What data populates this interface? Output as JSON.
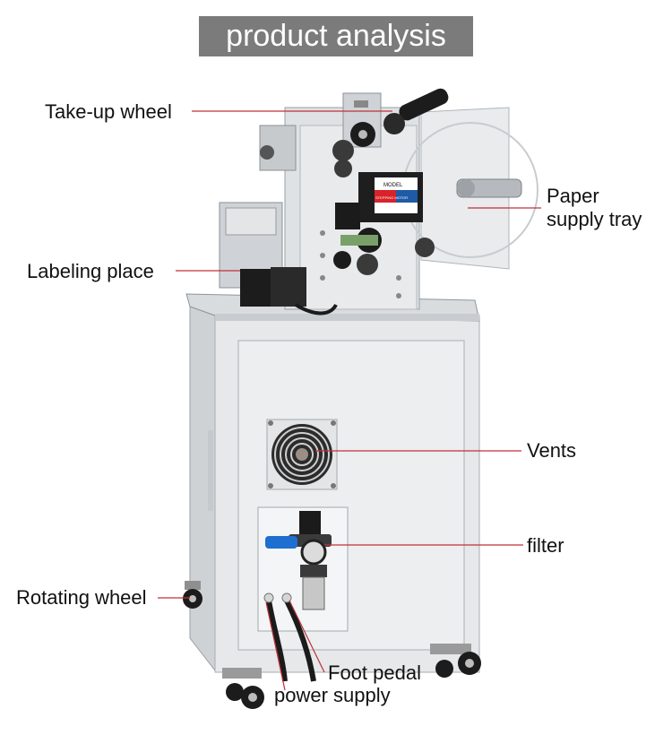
{
  "title": "product analysis",
  "labels": {
    "take_up_wheel": "Take-up wheel",
    "labeling_place": "Labeling place",
    "paper_supply_tray_line1": "Paper",
    "paper_supply_tray_line2": "supply tray",
    "vents": "Vents",
    "filter": "filter",
    "rotating_wheel": "Rotating wheel",
    "foot_pedal": "Foot pedal",
    "power_supply": "power supply"
  },
  "motor_text": {
    "model": "MODEL",
    "stepping_motor": "STEPPING MOTOR"
  },
  "colors": {
    "banner": "#7b7b7b",
    "leader_line": "#c0303a",
    "cabinet": "#e4e6e8",
    "motor_label_red": "#d8232a",
    "motor_label_blue": "#1f5aa6",
    "connector_blue": "#1e6fd0"
  }
}
